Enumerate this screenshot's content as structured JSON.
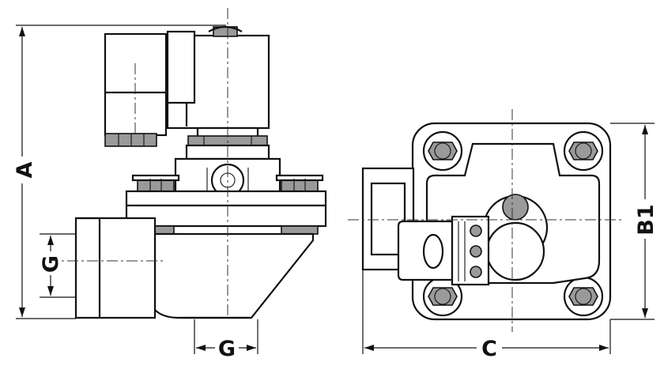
{
  "dimensions": {
    "height_label": "A",
    "port_side_label": "G",
    "port_bottom_label": "G",
    "width_label": "C",
    "body_height_label": "B1"
  },
  "colors": {
    "line": "#111111",
    "fill_grey": "#9a9a9a",
    "fill_dark": "#6e6e6e",
    "background": "#ffffff"
  }
}
